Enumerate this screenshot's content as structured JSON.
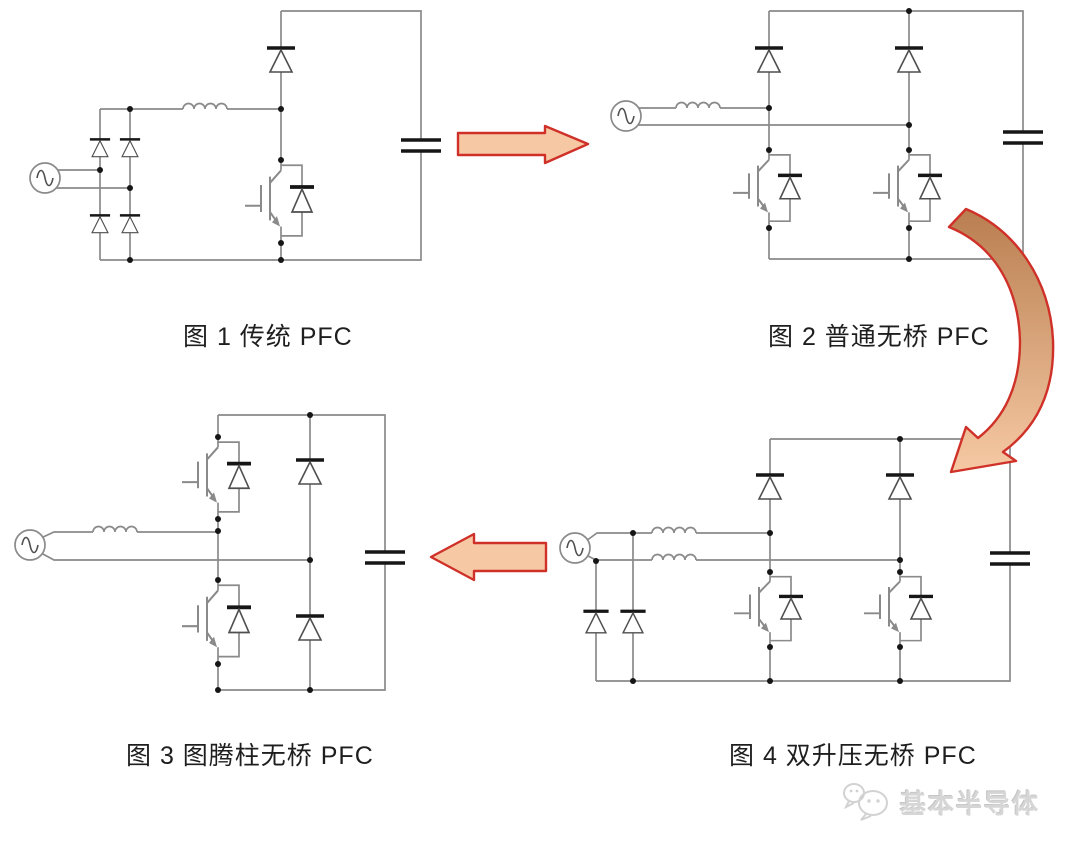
{
  "figures": [
    {
      "caption": "图 1 传统 PFC"
    },
    {
      "caption": "图 2 普通无桥 PFC"
    },
    {
      "caption": "图 3 图腾柱无桥 PFC"
    },
    {
      "caption": "图 4 双升压无桥 PFC"
    }
  ],
  "arrows": [
    {
      "name": "fig1-to-fig2",
      "direction": "right"
    },
    {
      "name": "fig2-to-fig4",
      "direction": "curved-down"
    },
    {
      "name": "fig4-to-fig3",
      "direction": "left"
    }
  ],
  "watermark": {
    "text": "基本半导体",
    "logo": "wechat-bubbles-icon"
  },
  "colors": {
    "wire": "#8a8a8a",
    "symbol": "#4f4f4f",
    "igbt": "#8a8a8a",
    "bar": "#161616",
    "text": "#1e1e1e",
    "arrow_fill": "#f6c9a4",
    "arrow_stroke": "#cf3129",
    "arrow_gradient_top": "#b97e50",
    "watermark": "#d6d6d6"
  }
}
